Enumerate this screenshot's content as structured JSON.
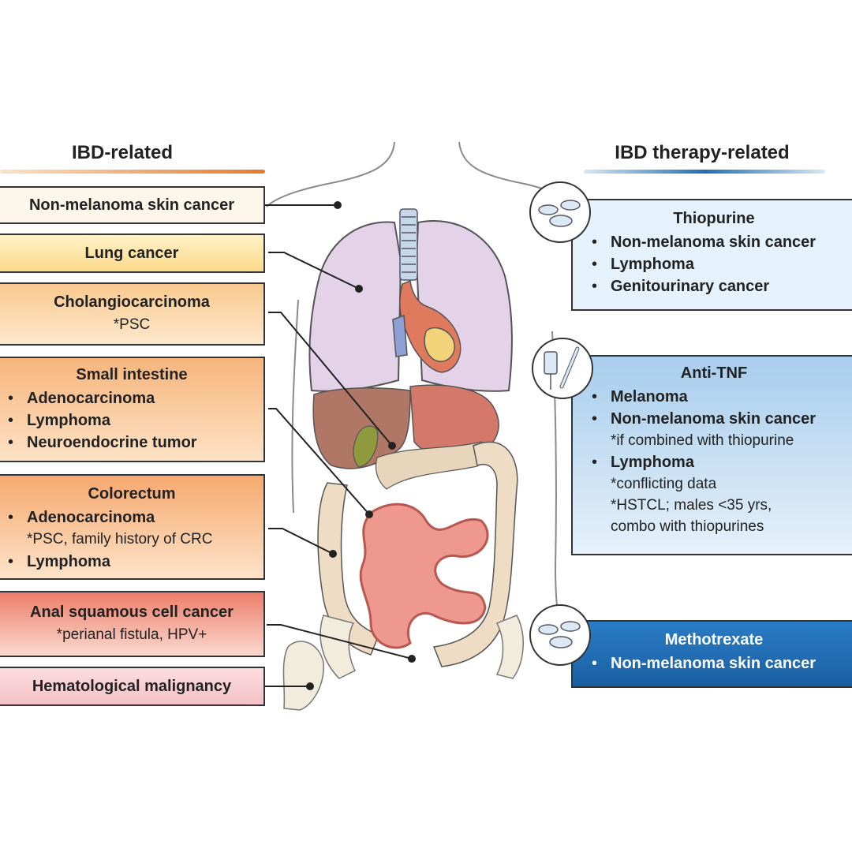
{
  "left": {
    "heading": "IBD-related",
    "accent": "#e8792a",
    "boxes": {
      "skin": {
        "title": "Non-melanoma skin cancer"
      },
      "lung": {
        "title": "Lung cancer"
      },
      "cholangio": {
        "title": "Cholangiocarcinoma",
        "note": "*PSC"
      },
      "small_intestine": {
        "title": "Small intestine",
        "items": [
          "Adenocarcinoma",
          "Lymphoma",
          "Neuroendocrine tumor"
        ]
      },
      "colorectum": {
        "title": "Colorectum",
        "item1": "Adenocarcinoma",
        "item1_note": "*PSC, family history of CRC",
        "item2": "Lymphoma"
      },
      "anal": {
        "title": "Anal squamous cell cancer",
        "note": "*perianal fistula, HPV+"
      },
      "heme": {
        "title": "Hematological malignancy"
      }
    }
  },
  "right": {
    "heading": "IBD therapy-related",
    "accent": "#1f6fb5",
    "boxes": {
      "thiopurine": {
        "title": "Thiopurine",
        "items": [
          "Non-melanoma skin cancer",
          "Lymphoma",
          "Genitourinary cancer"
        ]
      },
      "antitnf": {
        "title": "Anti-TNF",
        "item1": "Melanoma",
        "item2": "Non-melanoma skin cancer",
        "item2_note": "*if combined with thiopurine",
        "item3": "Lymphoma",
        "item3_note1": "*conflicting data",
        "item3_note2": "*HSTCL; males <35 yrs,",
        "item3_note3": "combo with thiopurines"
      },
      "methotrexate": {
        "title": "Methotrexate",
        "item1": "Non-melanoma skin cancer"
      }
    }
  },
  "icons": [
    "pills-icon",
    "iv-syringe-icon",
    "tablets-icon"
  ]
}
